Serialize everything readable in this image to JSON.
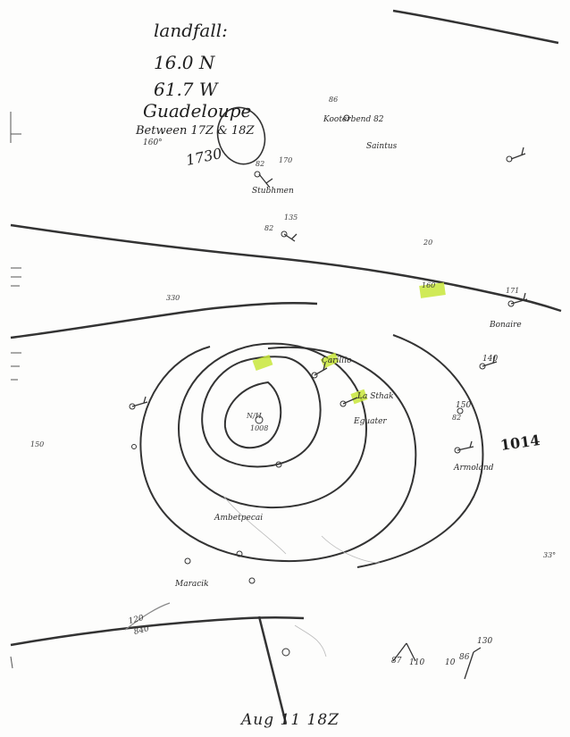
{
  "notes": {
    "landfall_label": "landfall:",
    "latitude": "16.0 N",
    "longitude": "61.7 W",
    "location": "Guadeloupe",
    "between_text": "Between 17Z & 18Z",
    "circled_time": "1730",
    "degree_mark": "160°"
  },
  "stations": [
    {
      "label": "Stubhmen"
    },
    {
      "label": "Kooterbend 82"
    },
    {
      "label": "Saintus"
    },
    {
      "label": "Bonaire"
    },
    {
      "label": "Carillio"
    },
    {
      "label": "La Sthak"
    },
    {
      "label": "Eguater"
    },
    {
      "label": "Armoland"
    },
    {
      "label": "Ambetpecai"
    },
    {
      "label": "Maracik"
    }
  ],
  "readings": {
    "top_center_temp": "82",
    "top_center_pressure": "170",
    "top_left_temp": "86",
    "mid_left_temp": "82",
    "mid_left_pressure": "135",
    "right_pressure_1": "140",
    "right_pressure_2": "150",
    "right_temp_2": "82",
    "right_val_171": "171",
    "right_val_160": "160",
    "low_center_pressure": "1008",
    "low_center_value": "N/H",
    "bottom_left_pressure": "120",
    "bottom_left_value": "840",
    "bottom_right_130": "130",
    "bottom_right_86": "86",
    "bottom_right_110": "110",
    "bottom_right_87": "87",
    "far_left_330": "330",
    "far_right_33": "33°",
    "mid_20": "20",
    "left_150": "150",
    "bottom_10": "10"
  },
  "isobar_labels": {
    "pressure_1014": "1014"
  },
  "caption": "Aug 11 18Z",
  "colors": {
    "ink": "#2b2b2b",
    "pencil": "#4a4a4a",
    "highlight": "#c8e63a"
  }
}
